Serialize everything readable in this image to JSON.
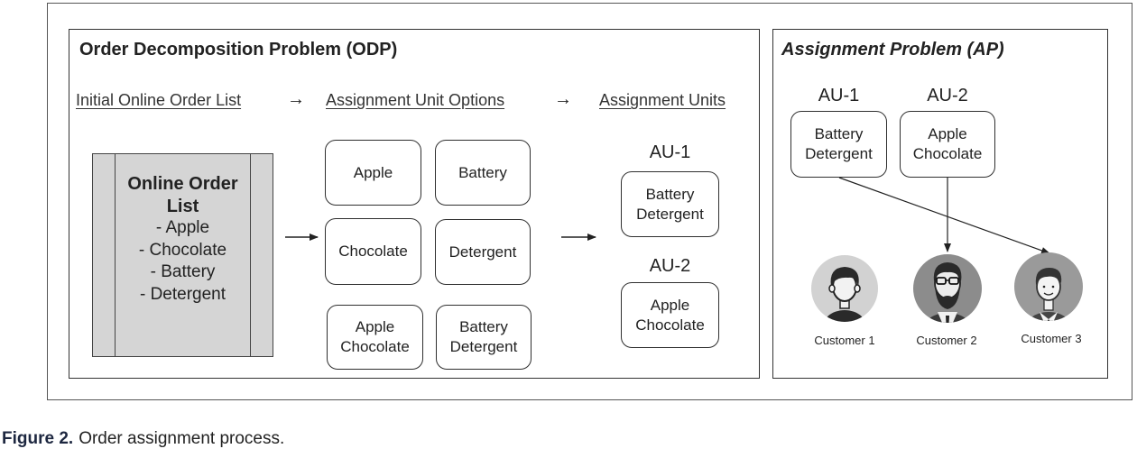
{
  "figure": {
    "odp": {
      "title": "Order Decomposition Problem (ODP)",
      "headers": {
        "initial": "Initial Online Order List",
        "options": "Assignment Unit Options",
        "units": "Assignment Units",
        "arrow": "→"
      },
      "order_list": {
        "title_line1": "Online Order",
        "title_line2": "List",
        "items": [
          "- Apple",
          "- Chocolate",
          "- Battery",
          "- Detergent"
        ]
      },
      "options": [
        {
          "line1": "Apple"
        },
        {
          "line1": "Battery"
        },
        {
          "line1": "Chocolate"
        },
        {
          "line1": "Detergent"
        },
        {
          "line1": "Apple",
          "line2": "Chocolate"
        },
        {
          "line1": "Battery",
          "line2": "Detergent"
        }
      ],
      "units": [
        {
          "label": "AU-1",
          "line1": "Battery",
          "line2": "Detergent"
        },
        {
          "label": "AU-2",
          "line1": "Apple",
          "line2": "Chocolate"
        }
      ]
    },
    "ap": {
      "title": "Assignment Problem (AP)",
      "units": [
        {
          "label": "AU-1",
          "line1": "Battery",
          "line2": "Detergent"
        },
        {
          "label": "AU-2",
          "line1": "Apple",
          "line2": "Chocolate"
        }
      ],
      "customers": [
        {
          "label": "Customer 1"
        },
        {
          "label": "Customer 2"
        },
        {
          "label": "Customer 3"
        }
      ]
    }
  },
  "caption": {
    "label": "Figure 2.",
    "text": "Order assignment process."
  }
}
